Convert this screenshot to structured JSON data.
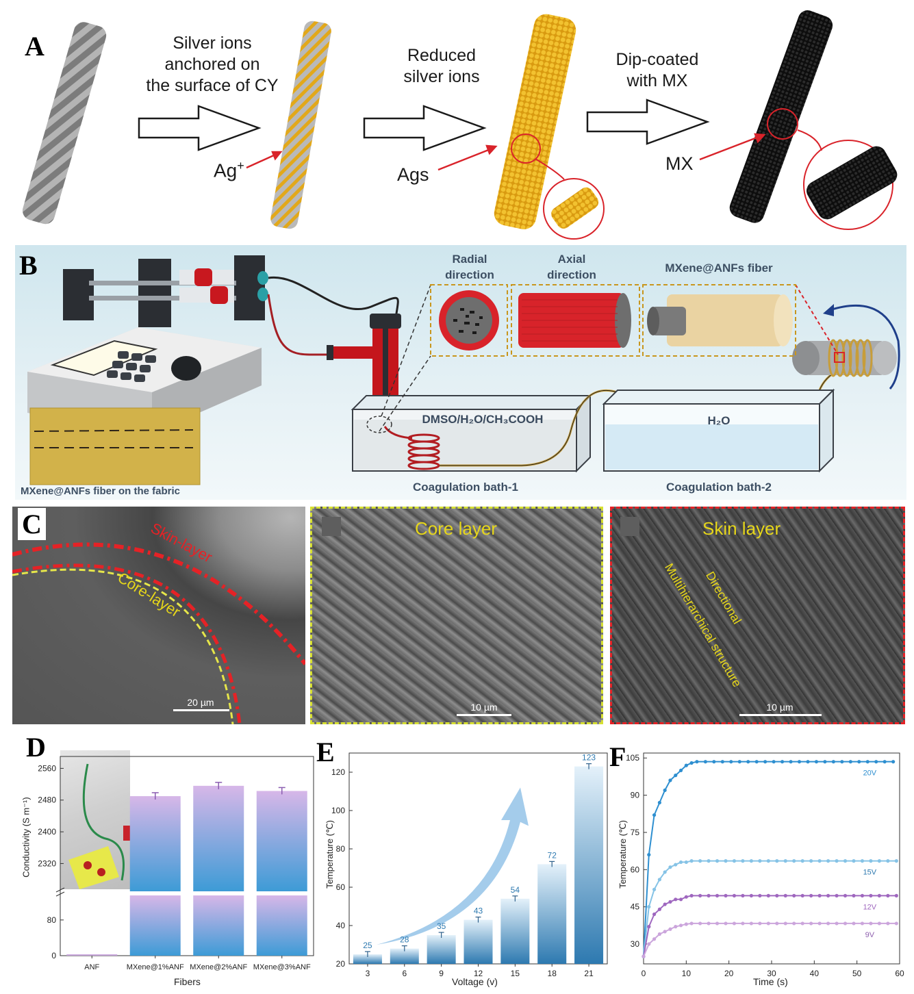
{
  "panel_labels": {
    "a": "A",
    "b": "B",
    "c": "C",
    "d": "D",
    "e": "E",
    "f": "F"
  },
  "panel_a": {
    "step1": "Silver ions\nanchored on\nthe surface of CY",
    "step2": "Reduced\nsilver ions",
    "step3": "Dip-coated\nwith MX",
    "ag_ion": "Ag",
    "ag_ion_sup": "+",
    "ags": "Ags",
    "mx": "MX",
    "colors": {
      "yarn": "#8a8a8a",
      "silver": "#e8b21c",
      "mx": "#141414",
      "arrow_red": "#d9232a"
    }
  },
  "panel_b": {
    "radial": "Radial\ndirection",
    "axial": "Axial\ndirection",
    "fiber": "MXene@ANFs fiber",
    "bath1_solution": "DMSO/H₂O/CH₃COOH",
    "bath2_solution": "H₂O",
    "bath1": "Coagulation bath-1",
    "bath2": "Coagulation bath-2",
    "fabric": "MXene@ANFs fiber on the fabric"
  },
  "panel_c": {
    "skin_label": "Skin-layer",
    "core_label": "Core-layer",
    "core_title": "Core layer",
    "skin_title": "Skin layer",
    "directional": "Directional",
    "multi": "Multihierarchical structure",
    "scale1": "20 µm",
    "scale2": "10 µm",
    "scale3": "10 µm"
  },
  "chart_data": [
    {
      "type": "bar",
      "categories": [
        "ANF",
        "MXene@1%ANF",
        "MXene@2%ANF",
        "MXene@3%ANF"
      ],
      "values": [
        3,
        2490,
        2516,
        2503
      ],
      "xlabel": "Fibers",
      "ylabel": "Conductivity (S m⁻¹)",
      "upper_ticks": [
        2320,
        2400,
        2480,
        2560
      ],
      "lower_ticks": [
        0,
        80
      ],
      "ylim_upper": [
        2250,
        2590
      ],
      "ylim_lower": [
        0,
        135
      ]
    },
    {
      "type": "bar",
      "categories": [
        "3",
        "6",
        "9",
        "12",
        "15",
        "18",
        "21"
      ],
      "values": [
        25,
        28,
        35,
        43,
        54,
        72,
        123
      ],
      "data_labels": [
        "25",
        "28",
        "35",
        "43",
        "54",
        "72",
        "123"
      ],
      "xlabel": "Voltage (v)",
      "ylabel": "Temperature (℃)",
      "yticks": [
        20,
        40,
        60,
        80,
        100,
        120
      ],
      "ylim": [
        20,
        130
      ]
    },
    {
      "type": "line",
      "xlabel": "Time (s)",
      "ylabel": "Temperature (℃)",
      "xticks": [
        0,
        10,
        20,
        30,
        40,
        50,
        60
      ],
      "yticks": [
        30,
        45,
        60,
        75,
        90,
        105
      ],
      "xlim": [
        0,
        60
      ],
      "ylim": [
        22,
        107
      ],
      "series": [
        {
          "name": "20V",
          "color": "#2e8fd0",
          "rise": [
            25,
            66,
            82,
            87,
            92,
            96,
            98,
            100,
            102,
            103
          ],
          "plateau": 103.5
        },
        {
          "name": "15V",
          "color": "#86c3e6",
          "rise": [
            25,
            45,
            52,
            56,
            59,
            61,
            62,
            63,
            63
          ],
          "plateau": 63.5
        },
        {
          "name": "12V",
          "color": "#9f67bf",
          "rise": [
            25,
            37,
            42,
            44,
            46,
            47,
            48,
            48,
            49
          ],
          "plateau": 49.5
        },
        {
          "name": "9V",
          "color": "#cba5dc",
          "rise": [
            25,
            30,
            32,
            34,
            35,
            36,
            37,
            37.5,
            38
          ],
          "plateau": 38.3
        }
      ]
    }
  ]
}
